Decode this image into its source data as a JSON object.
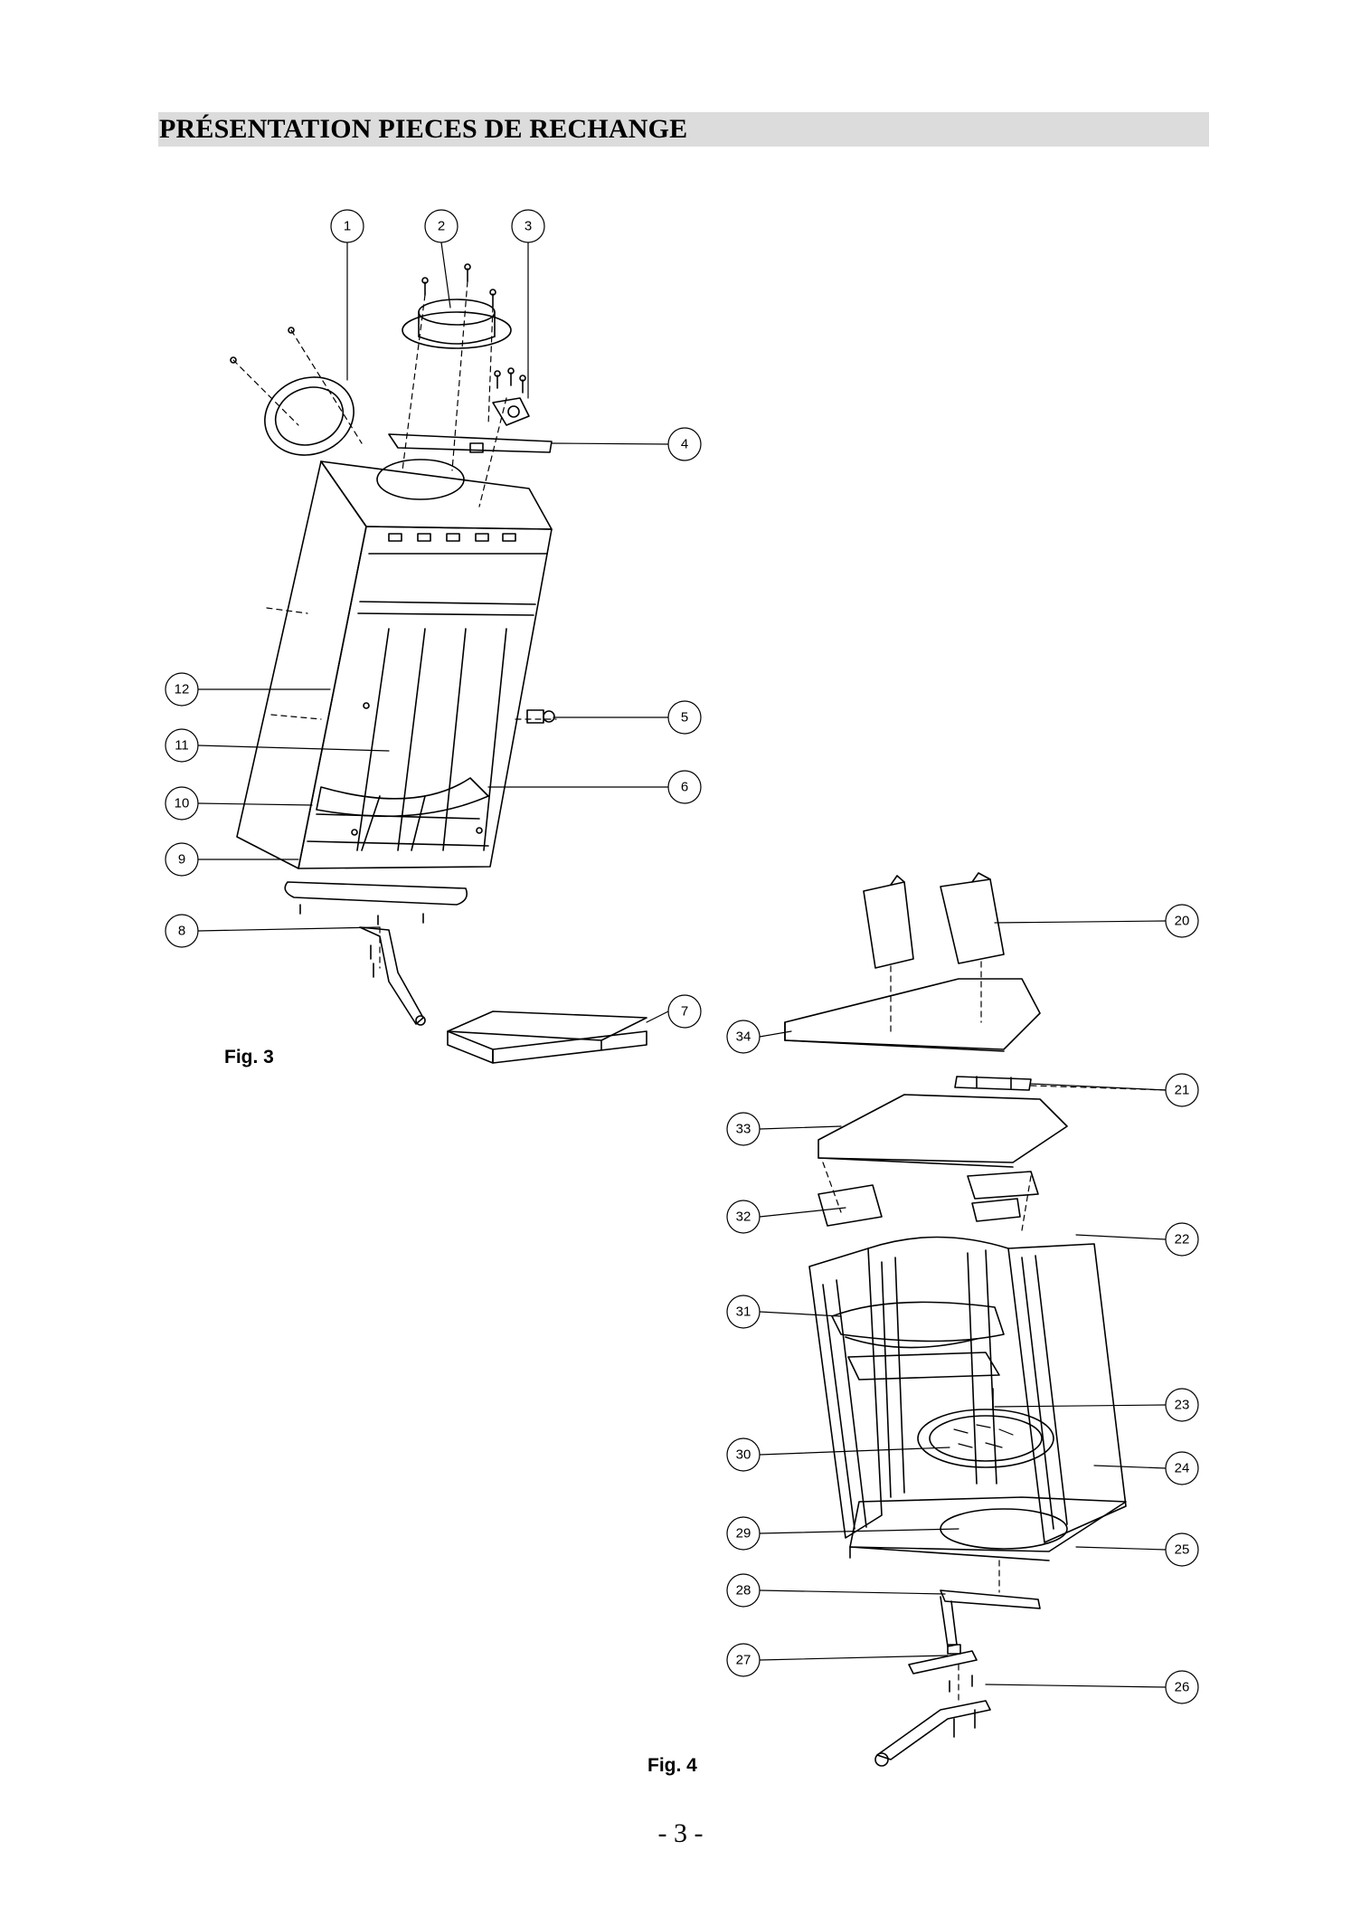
{
  "header": {
    "title": "PRÉSENTATION PIECES DE RECHANGE"
  },
  "figures": [
    {
      "label": "Fig. 3",
      "callouts": [
        "1",
        "2",
        "3",
        "4",
        "5",
        "6",
        "7",
        "8",
        "9",
        "10",
        "11",
        "12"
      ]
    },
    {
      "label": "Fig. 4",
      "callouts": [
        "20",
        "21",
        "22",
        "23",
        "24",
        "25",
        "26",
        "27",
        "28",
        "29",
        "30",
        "31",
        "32",
        "33",
        "34"
      ]
    }
  ],
  "footer": {
    "page_number": "- 3 -"
  }
}
